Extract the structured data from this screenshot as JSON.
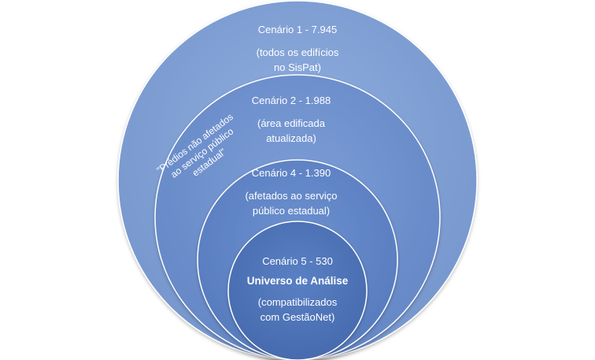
{
  "colors": {
    "circle_1": "#7f9fd2",
    "circle_2": "#6c8fcc",
    "circle_3": "#5d82c3",
    "circle_4": "#4d73b6",
    "stroke": "#ffffff",
    "text": "#ffffff"
  },
  "scenarios": [
    {
      "title": "Cenário 1 - 7.945",
      "desc_line1": "(todos os edifícios",
      "desc_line2": "no SisPat)"
    },
    {
      "title": "Cenário 2 - 1.988",
      "desc_line1": "(área edificada",
      "desc_line2": "atualizada)"
    },
    {
      "title": "Cenário 4 - 1.390",
      "desc_line1": "(afetados ao serviço",
      "desc_line2": "público estadual)"
    },
    {
      "title": "Cenário 5 - 530",
      "subtitle": "Universo de Análise",
      "desc_line1": "(compatibilizados",
      "desc_line2": "com  GestãoNet)"
    }
  ],
  "side_note": {
    "line1": "\"Prédios não afetados",
    "line2": "ao serviço público",
    "line3": "estadual\""
  }
}
